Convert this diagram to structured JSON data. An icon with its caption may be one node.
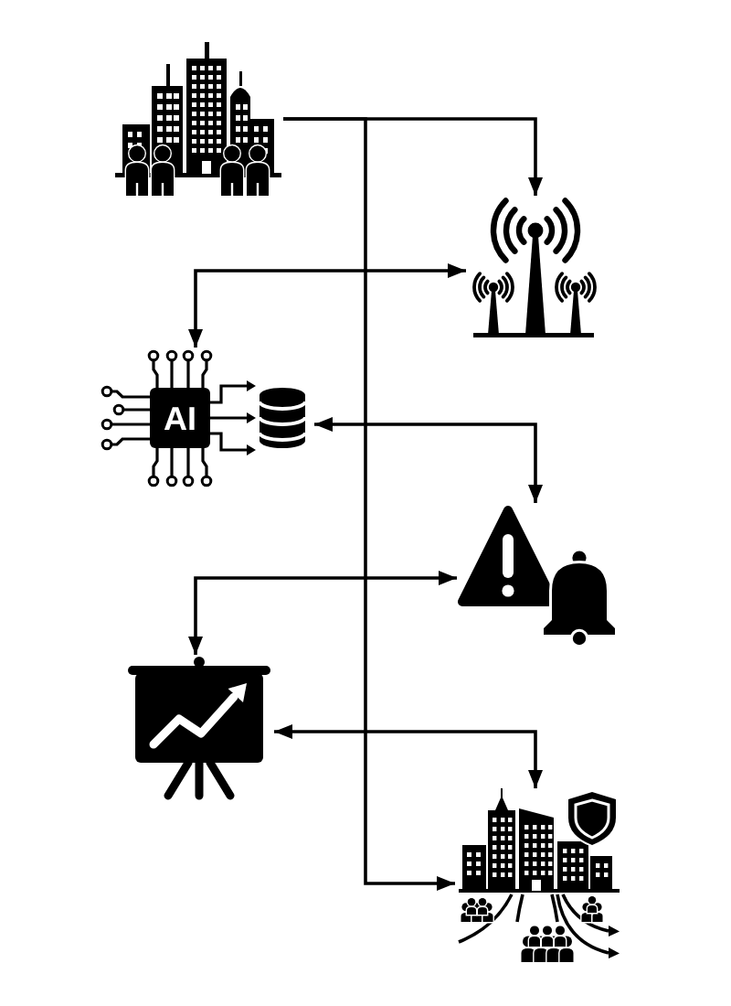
{
  "diagram": {
    "nodes": [
      {
        "text": [],
        "shape": "picture"
      },
      {
        "text": [],
        "shape": "picture"
      },
      {
        "text": [
          "AI"
        ]
      },
      {
        "text": [],
        "shape": "picture"
      },
      {
        "text": [],
        "shape": "picture"
      },
      {
        "text": [],
        "shape": "picture"
      }
    ],
    "edges": [
      {
        "from": 0,
        "to": 1,
        "arrow": "to"
      },
      {
        "from": 0,
        "to": 5,
        "arrow": "to"
      },
      {
        "from": 2,
        "to": 1,
        "arrow": "both"
      },
      {
        "from": 2,
        "to": 3,
        "arrow": "both"
      },
      {
        "from": 4,
        "to": 3,
        "arrow": "both"
      },
      {
        "from": 4,
        "to": 5,
        "arrow": "both"
      }
    ]
  }
}
